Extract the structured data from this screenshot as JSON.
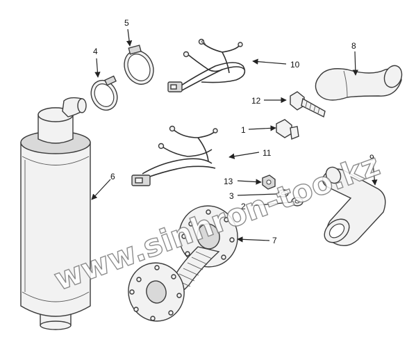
{
  "watermark": {
    "text": "www.sinhron-too.kz"
  },
  "callouts": [
    {
      "id": "c1",
      "label": "1"
    },
    {
      "id": "c2",
      "label": "2"
    },
    {
      "id": "c3",
      "label": "3"
    },
    {
      "id": "c4",
      "label": "4"
    },
    {
      "id": "c5",
      "label": "5"
    },
    {
      "id": "c6",
      "label": "6"
    },
    {
      "id": "c7",
      "label": "7"
    },
    {
      "id": "c8",
      "label": "8"
    },
    {
      "id": "c9",
      "label": "9"
    },
    {
      "id": "c10",
      "label": "10"
    },
    {
      "id": "c11",
      "label": "11"
    },
    {
      "id": "c12",
      "label": "12"
    },
    {
      "id": "c13",
      "label": "13"
    }
  ],
  "colors": {
    "line": "#3a3a3a",
    "fill": "#f2f2f2",
    "background": "#ffffff"
  }
}
